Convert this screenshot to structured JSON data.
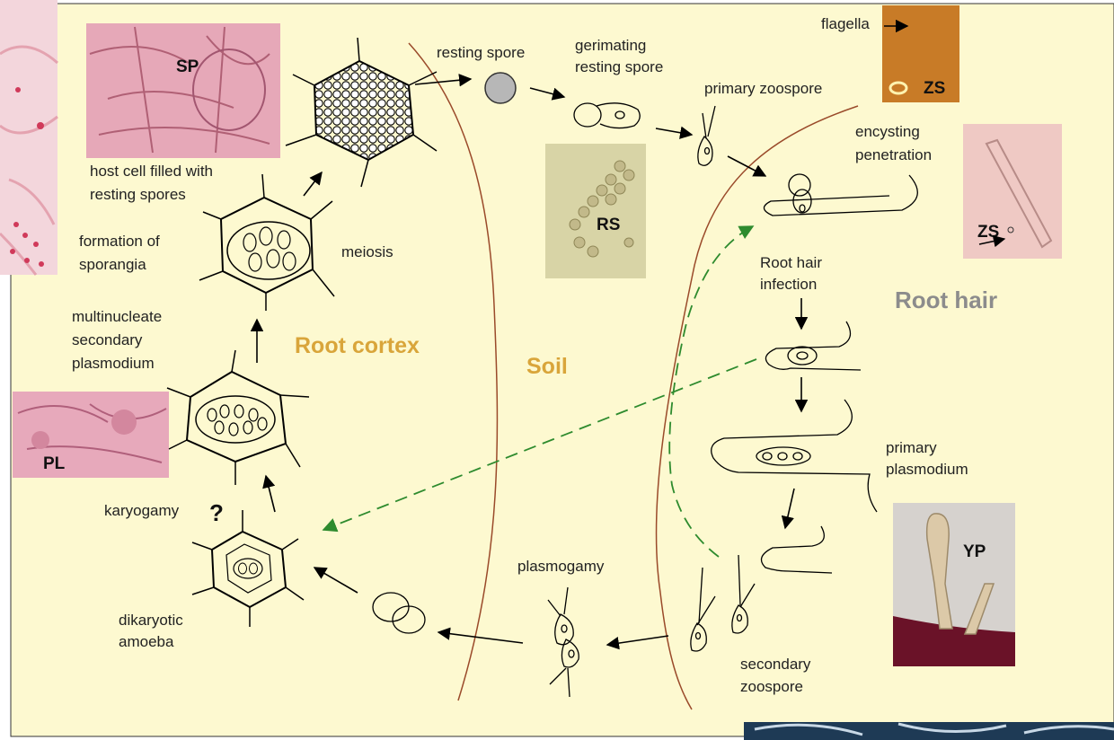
{
  "colors": {
    "background": "#fdf9d0",
    "region_label_root_cortex": "#d9a53a",
    "region_label_soil": "#d9a53a",
    "region_label_root_hair": "#8c8c8c",
    "boundary_lines": "#9a4a2a",
    "infection_arrow": "#2e8b2e"
  },
  "regions": {
    "root_cortex": "Root cortex",
    "soil": "Soil",
    "root_hair": "Root hair"
  },
  "labels": {
    "resting_spore": "resting spore",
    "germinating_1": "gerimating",
    "germinating_2": "resting spore",
    "primary_zoospore": "primary zoospore",
    "flagella": "flagella",
    "encysting": "encysting",
    "penetration": "penetration",
    "root_hair_infection_1": "Root hair",
    "root_hair_infection_2": "infection",
    "primary_plasmodium_1": "primary",
    "primary_plasmodium_2": "plasmodium",
    "secondary_zoospore_1": "secondary",
    "secondary_zoospore_2": "zoospore",
    "plasmogamy": "plasmogamy",
    "dikaryotic_1": "dikaryotic",
    "dikaryotic_2": "amoeba",
    "karyogamy": "karyogamy",
    "question_mark": "?",
    "multinucleate_1": "multinucleate",
    "multinucleate_2": "secondary",
    "multinucleate_3": "plasmodium",
    "formation_1": "formation of",
    "formation_2": "sporangia",
    "meiosis": "meiosis",
    "host_cell_1": "host cell filled with",
    "host_cell_2": "resting spores"
  },
  "photos": {
    "sp": "SP",
    "rs": "RS",
    "zs_top": "ZS",
    "zs_right": "ZS",
    "pl": "PL",
    "yp": "YP"
  },
  "icons": {
    "arrows": "arrow-icon",
    "cells": "cell-icon"
  }
}
